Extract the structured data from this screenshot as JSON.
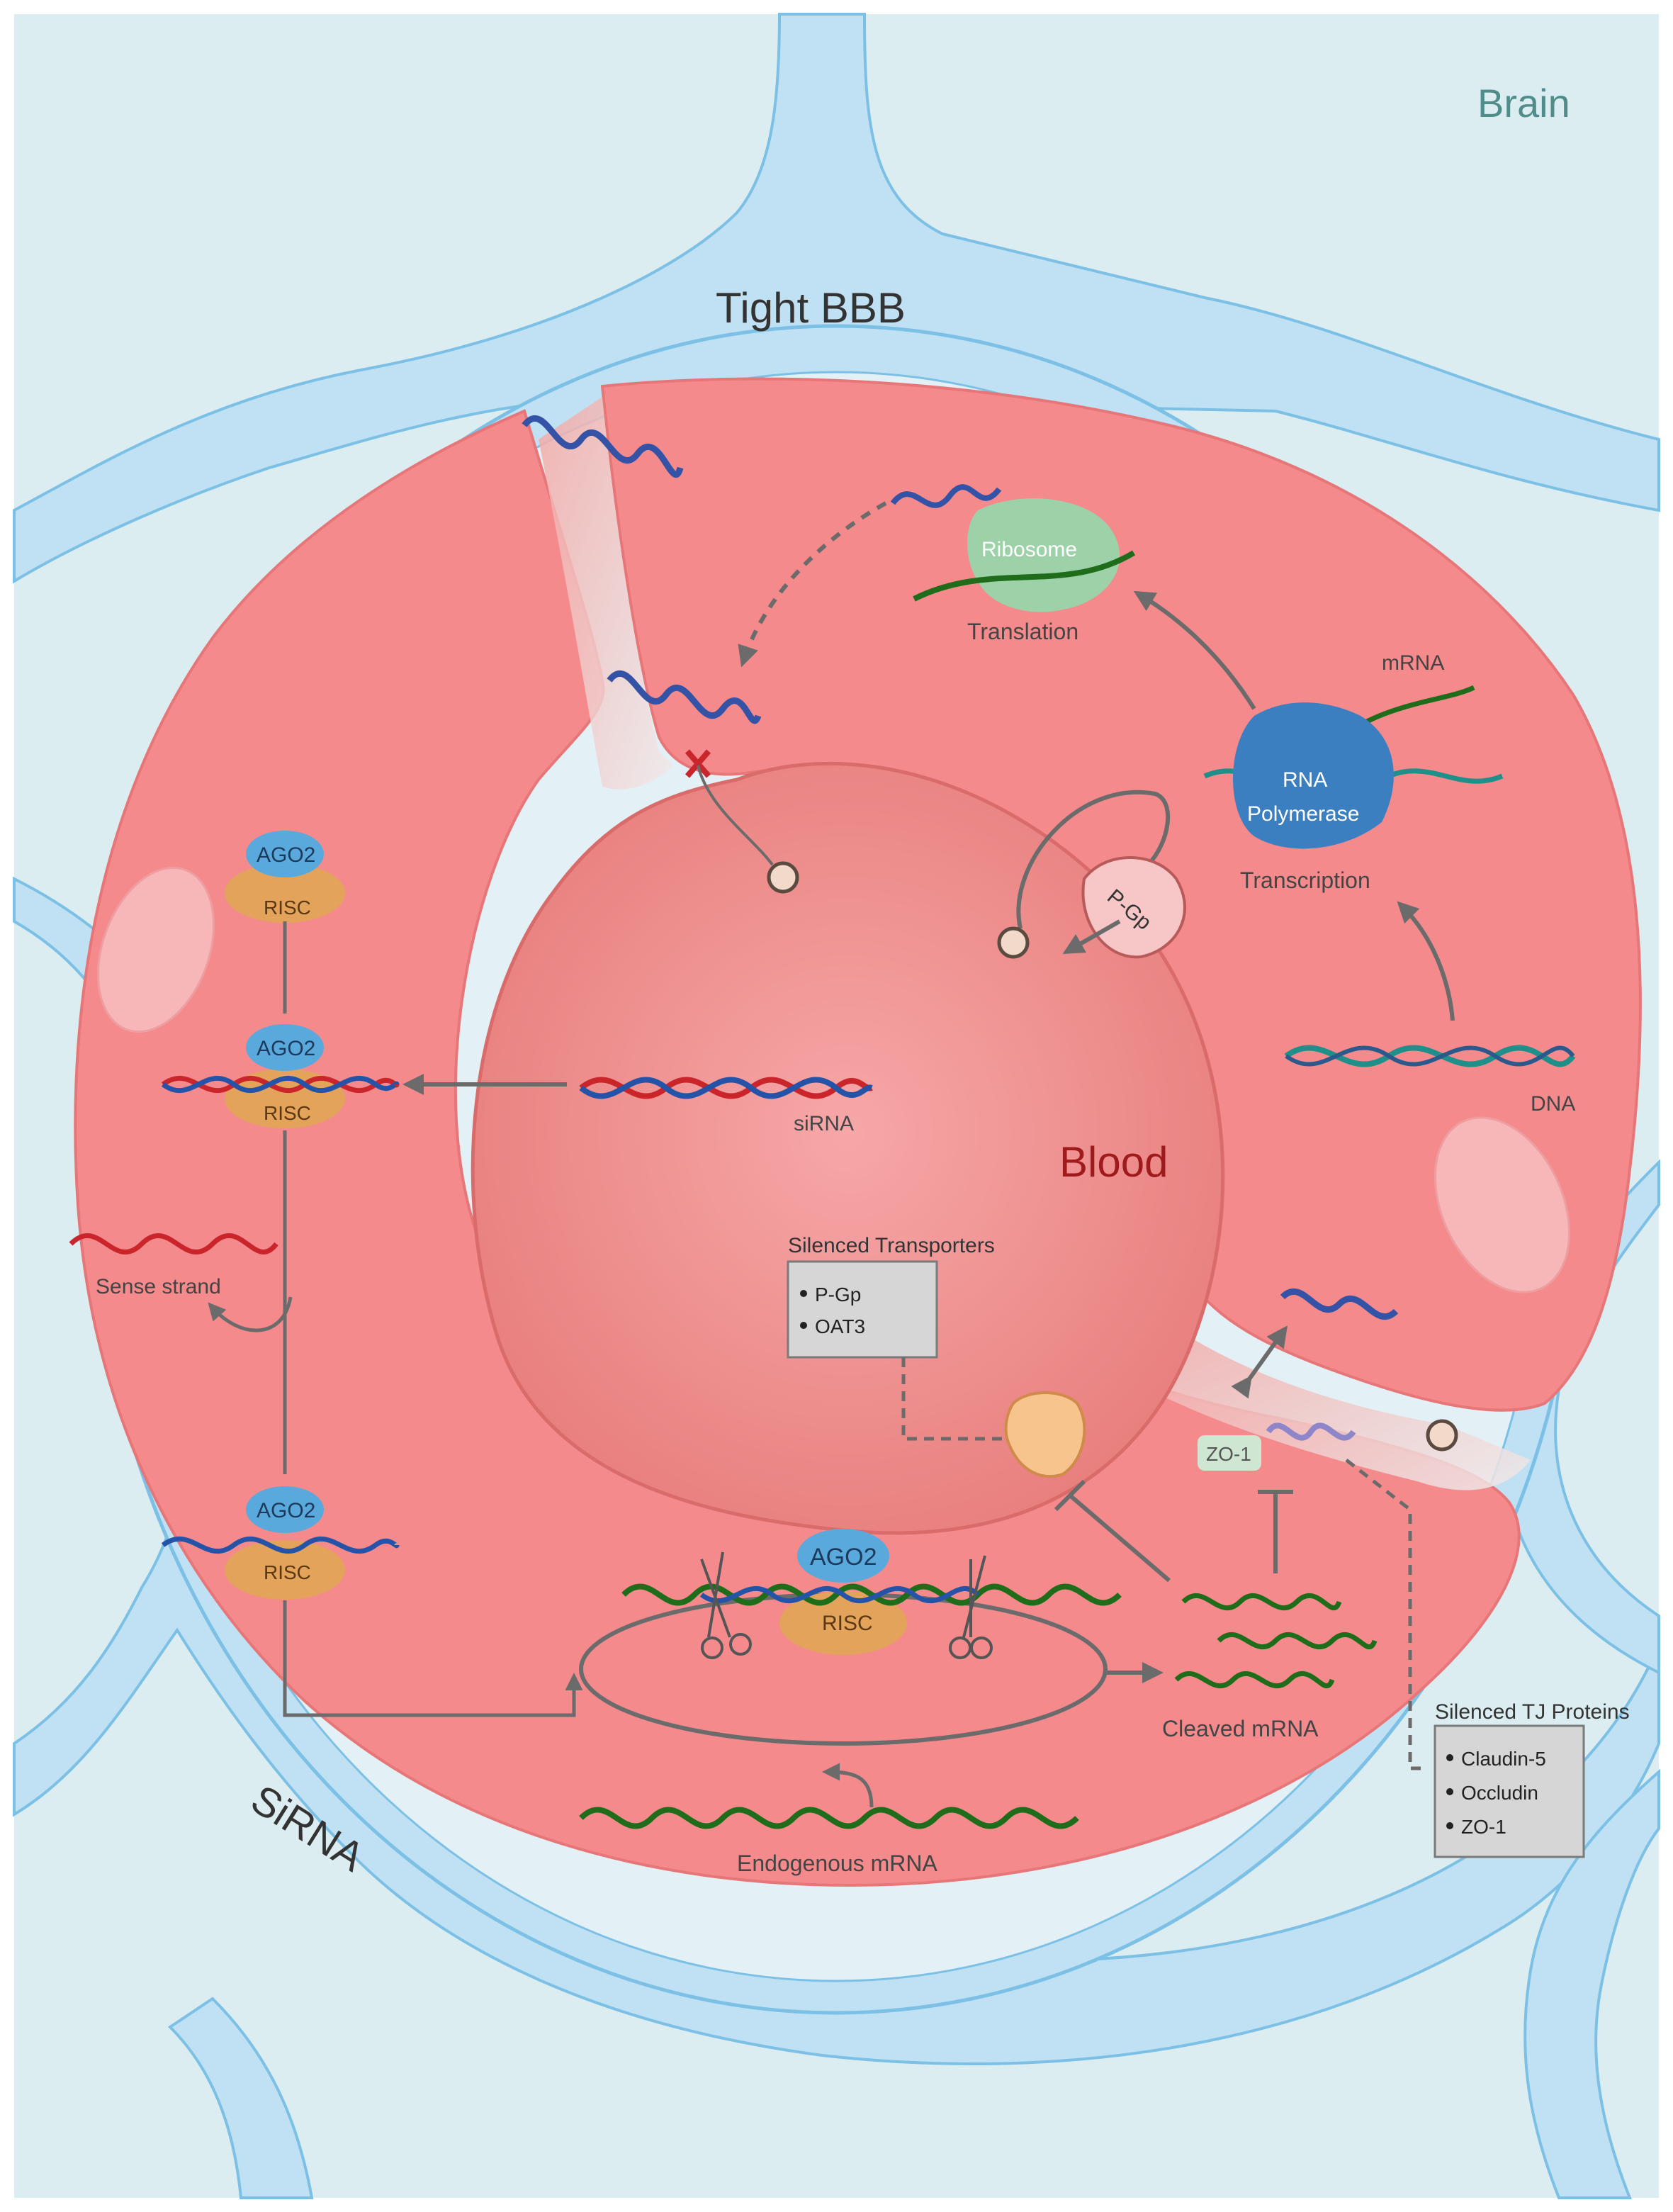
{
  "labels": {
    "brain": "Brain",
    "tight_bbb": "Tight BBB",
    "blood": "Blood",
    "sirna_title": "SiRNA",
    "ribosome": "Ribosome",
    "translation": "Translation",
    "mrna": "mRNA",
    "rna_polymerase_1": "RNA",
    "rna_polymerase_2": "Polymerase",
    "transcription": "Transcription",
    "dna": "DNA",
    "pgp_transporter": "P-Gp",
    "sirna": "siRNA",
    "sense_strand": "Sense strand",
    "ago2": "AGO2",
    "risc": "RISC",
    "zo1": "ZO-1",
    "cleaved_mrna": "Cleaved mRNA",
    "endogenous_mrna": "Endogenous mRNA"
  },
  "silenced_transporters": {
    "title": "Silenced Transporters",
    "items": [
      "P-Gp",
      "OAT3"
    ]
  },
  "silenced_tj": {
    "title": "Silenced TJ Proteins",
    "items": [
      "Claudin-5",
      "Occludin",
      "ZO-1"
    ]
  },
  "colors": {
    "background": "#dcedf1",
    "cell_membrane": "#bfe1f3",
    "cell_outline": "#7cc0e6",
    "endothelium": "#f48a8c",
    "lumen": "#ee8a87",
    "lumen_outline": "#d96b6a",
    "arrow": "#6b6b6b",
    "mrna_green": "#1f6d1a",
    "dna_teal": "#1f8f8a",
    "sirna_red": "#c9252b",
    "sirna_blue": "#2553a8",
    "ago2_blue": "#5aa9dc",
    "risc_orange": "#e3a35a",
    "polymerase_blue": "#3b7fc0",
    "ribosome_green": "#9dd1a8",
    "box_gray": "#d6d6d6"
  },
  "icons": [
    "scissors-icon",
    "block-x-icon",
    "circle-marker-icon",
    "bidirectional-arrow-icon"
  ]
}
